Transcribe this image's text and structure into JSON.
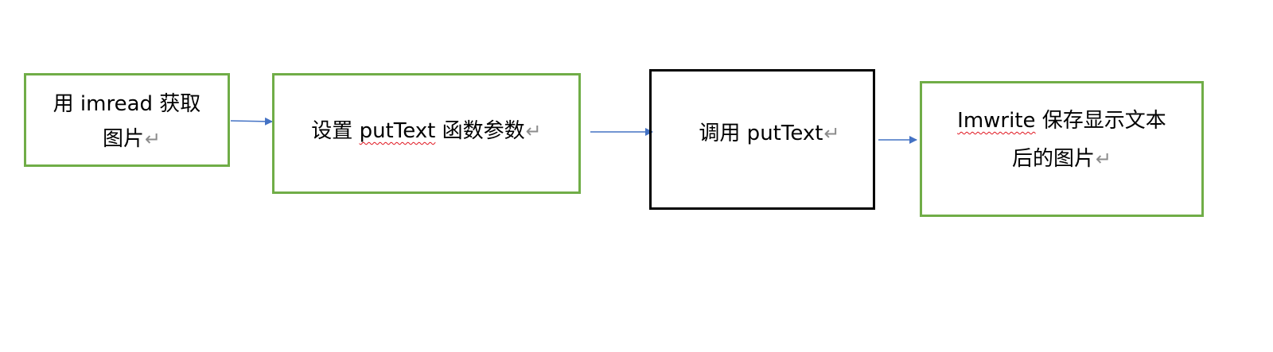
{
  "colors": {
    "box_border_green": "#70ad47",
    "box_border_black": "#000000",
    "arrow": "#4472c4",
    "paragraph_mark": "#8c8c8c",
    "spellcheck_underline": "#e0141e"
  },
  "paragraph_mark": "↵",
  "steps": [
    {
      "lines": [
        {
          "text": "用 imread 获取"
        },
        {
          "text": "图片"
        }
      ]
    },
    {
      "lines": [
        {
          "before": "设置 ",
          "flagged": "putText",
          "after": " 函数参数"
        }
      ]
    },
    {
      "lines": [
        {
          "text": "调用 putText"
        }
      ]
    },
    {
      "lines": [
        {
          "before": "",
          "flagged": "Imwrite",
          "after": " 保存显示文本"
        },
        {
          "text": "后的图片"
        }
      ]
    }
  ]
}
